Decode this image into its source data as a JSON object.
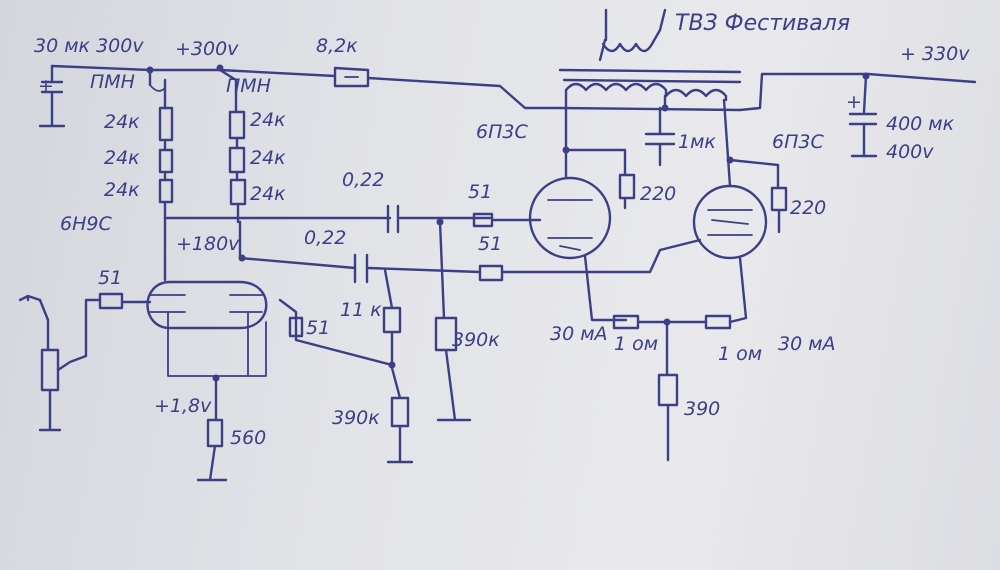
{
  "colors": {
    "ink": "#3b3f86",
    "paper": "#e3e4e8"
  },
  "labels": {
    "cap_in": "30 мк 300v",
    "supply_300": "+300v",
    "r_82k": "8,2к",
    "transformer": "ТВЗ Фестиваля",
    "supply_330": "+ 330v",
    "pmn1": "ПМН",
    "pmn2": "ПМН",
    "r24_a": "24к",
    "r24_b": "24к",
    "r24_c": "24к",
    "r24_d": "24к",
    "r24_e": "24к",
    "r24_f": "24к",
    "tube_6n9s": "6Н9С",
    "v180": "+180v",
    "c022_a": "0,22",
    "c022_b": "0,22",
    "r51_a": "51",
    "r51_b": "51",
    "r51_in": "51",
    "r51_c": "51",
    "r_11k": "11 к",
    "r390_a": "390к",
    "r390_b": "390к",
    "r390_c": "390",
    "tube_6p3s_a": "6П3С",
    "tube_6p3s_b": "6П3С",
    "r220_a": "220",
    "r220_b": "220",
    "c_1mk": "1мк",
    "c_400": "400 мк",
    "c_400v": "400v",
    "i_30ma_a": "30 мА",
    "r_1om_a": "1 ом",
    "r_1om_b": "1 ом",
    "i_30ma_b": "30 мА",
    "v18": "+1,8v",
    "r560": "560",
    "plus_a": "+",
    "plus_b": "+"
  }
}
